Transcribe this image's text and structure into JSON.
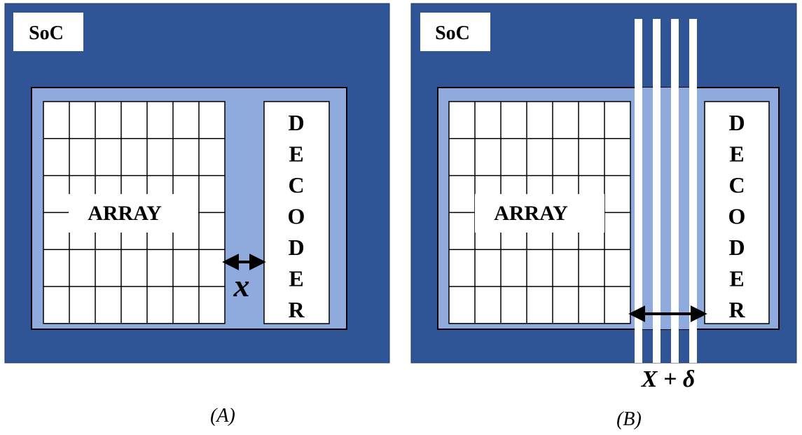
{
  "colors": {
    "soc_fill": "#2F5597",
    "inner_fill": "#8FAADC",
    "white": "#FFFFFF",
    "outline": "#000000"
  },
  "panels": [
    {
      "soc_label": "SoC",
      "array_label": "ARRAY",
      "decoder_letters": [
        "D",
        "E",
        "C",
        "O",
        "D",
        "E",
        "R"
      ],
      "distance_label": "x",
      "caption": "(A)"
    },
    {
      "soc_label": "SoC",
      "array_label": "ARRAY",
      "decoder_letters": [
        "D",
        "E",
        "C",
        "O",
        "D",
        "E",
        "R"
      ],
      "distance_label": "X + δ",
      "caption": "(B)"
    }
  ]
}
